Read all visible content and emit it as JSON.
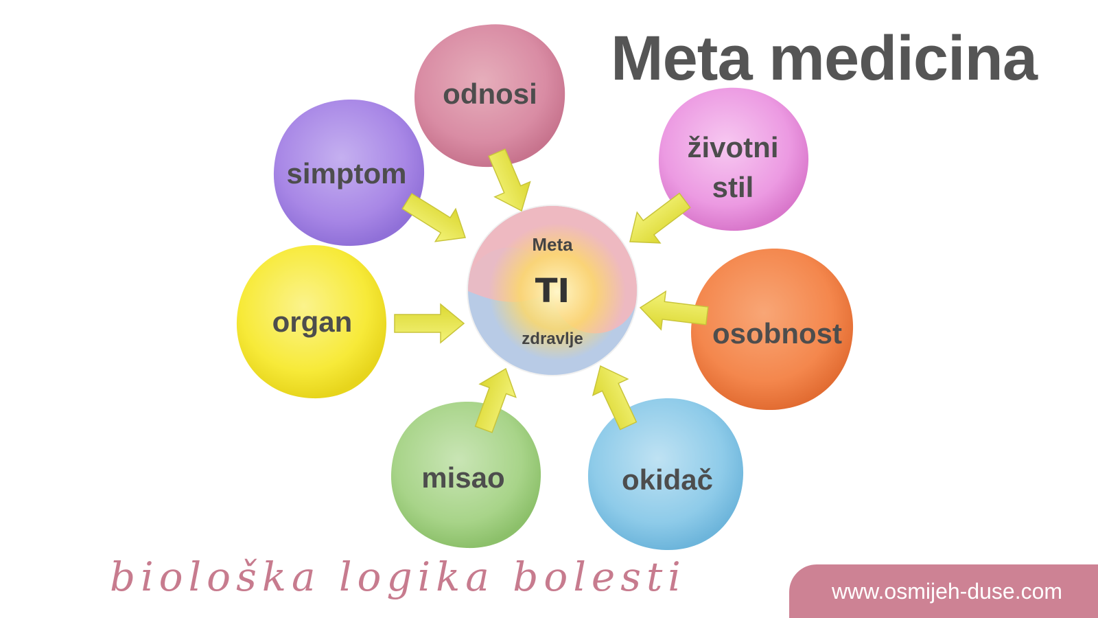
{
  "title": "Meta medicina",
  "center": {
    "top_label": "Meta",
    "main_label": "TI",
    "bottom_label": "zdravlje"
  },
  "nodes": [
    {
      "id": "odnosi",
      "label": "odnosi",
      "color": "#d98ca4"
    },
    {
      "id": "zivotni-stil",
      "label": "životni stil",
      "line1": "životni",
      "line2": "stil",
      "color": "#ec9ae2"
    },
    {
      "id": "osobnost",
      "label": "osobnost",
      "color": "#f4874d"
    },
    {
      "id": "okidac",
      "label": "okidač",
      "color": "#8ecbe9"
    },
    {
      "id": "misao",
      "label": "misao",
      "color": "#a8d489"
    },
    {
      "id": "organ",
      "label": "organ",
      "color": "#f7ea39"
    },
    {
      "id": "simptom",
      "label": "simptom",
      "color": "#a887e6"
    }
  ],
  "arrow_color": "#eaea4a",
  "tagline": "biološka logika bolesti",
  "website": "www.osmijeh-duse.com",
  "accent_color": "#cd8294"
}
